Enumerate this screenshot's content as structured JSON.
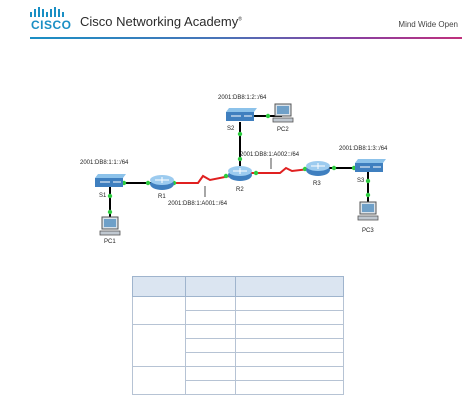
{
  "header": {
    "logo_text": "CISCO",
    "title": "Cisco Networking Academy",
    "trademark": "®",
    "tagline": "Mind Wide Open"
  },
  "topology": {
    "devices": {
      "s1": "S1",
      "r1": "R1",
      "r2": "R2",
      "s2": "S2",
      "r3": "R3",
      "s3": "S3",
      "pc1": "PC1",
      "pc2": "PC2",
      "pc3": "PC3"
    },
    "networks": {
      "lan1": "2001:DB8:1:1::/64",
      "lan2": "2001:DB8:1:2::/64",
      "lan3": "2001:DB8:1:3::/64",
      "wan1": "2001:DB8:1:A001::/64",
      "wan2": "2001:DB8:1:A002::/64"
    },
    "colors": {
      "ethernet": "#000000",
      "serial": "#e02020",
      "link_up": "#2ecc40",
      "router_body": "#3f7fbf",
      "switch_body": "#4f8fc8"
    }
  },
  "address_table": {
    "headers": [
      "",
      "",
      ""
    ],
    "rows": [
      [
        "",
        "",
        ""
      ],
      [
        "",
        "",
        ""
      ],
      [
        "",
        "",
        ""
      ],
      [
        "",
        "",
        ""
      ],
      [
        "",
        "",
        ""
      ],
      [
        "",
        "",
        ""
      ],
      [
        "",
        "",
        ""
      ]
    ]
  }
}
